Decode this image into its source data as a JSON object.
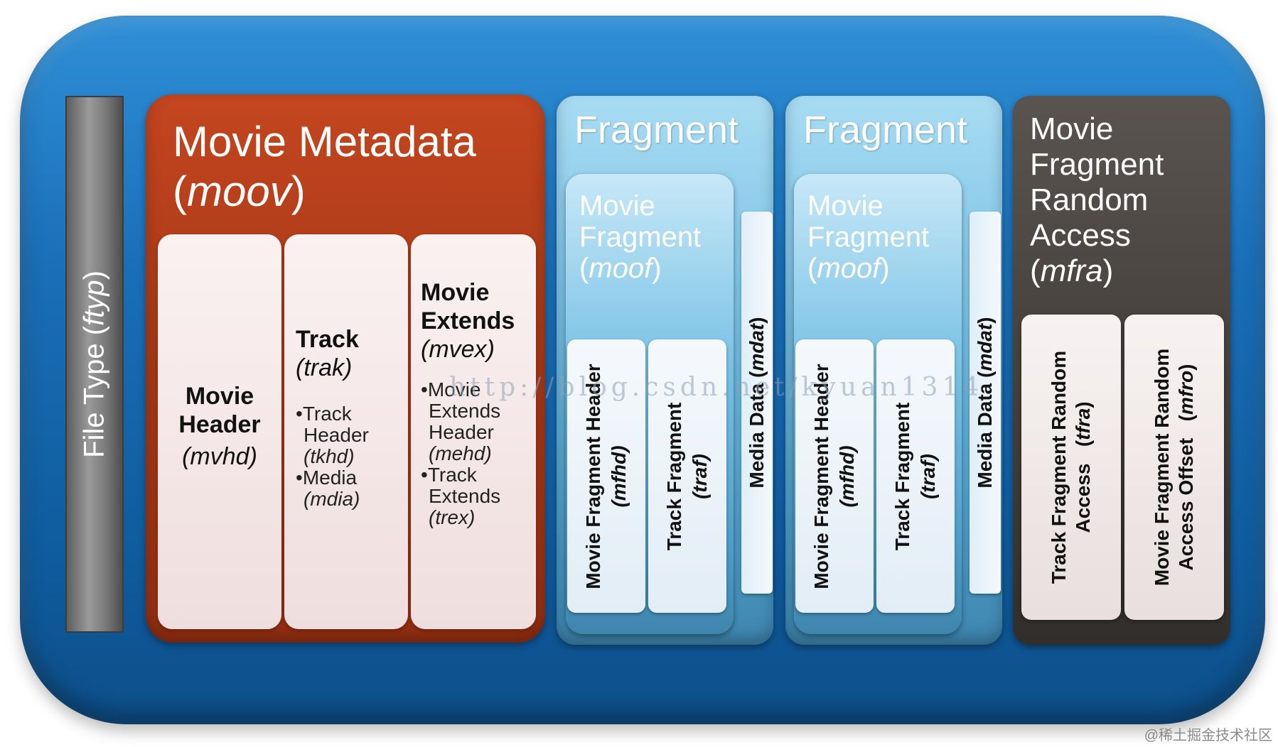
{
  "ftyp": {
    "label": "File Type",
    "code": "ftyp"
  },
  "moov": {
    "title_line1": "Movie Metadata",
    "title_code": "moov",
    "mvhd": {
      "line1": "Movie",
      "line2": "Header",
      "code": "mvhd"
    },
    "trak": {
      "title": "Track",
      "code": "trak",
      "bullets": [
        {
          "lines": [
            "Track",
            "Header"
          ],
          "code": "tkhd"
        },
        {
          "lines": [
            "Media"
          ],
          "code": "mdia"
        }
      ]
    },
    "mvex": {
      "line1": "Movie",
      "line2": "Extends",
      "code": "mvex",
      "bullets": [
        {
          "lines": [
            "Movie",
            "Extends",
            "Header"
          ],
          "code": "mehd"
        },
        {
          "lines": [
            "Track",
            "Extends"
          ],
          "code": "trex"
        }
      ]
    }
  },
  "fragments": [
    {
      "title": "Fragment",
      "moof": {
        "line1": "Movie",
        "line2": "Fragment",
        "code": "moof"
      },
      "mfhd": {
        "label": "Movie Fragment Header",
        "code": "mfhd"
      },
      "traf": {
        "label": "Track Fragment",
        "code": "traf"
      },
      "mdat": {
        "label": "Media Data",
        "code": "mdat"
      }
    },
    {
      "title": "Fragment",
      "moof": {
        "line1": "Movie",
        "line2": "Fragment",
        "code": "moof"
      },
      "mfhd": {
        "label": "Movie Fragment Header",
        "code": "mfhd"
      },
      "traf": {
        "label": "Track Fragment",
        "code": "traf"
      },
      "mdat": {
        "label": "Media Data",
        "code": "mdat"
      }
    }
  ],
  "mfra": {
    "lines": [
      "Movie",
      "Fragment",
      "Random",
      "Access"
    ],
    "code": "mfra",
    "tfra": {
      "line1": "Track Fragment Random",
      "line2": "Access",
      "code": "tfra"
    },
    "mfro": {
      "line1": "Movie Fragment Random",
      "line2": "Access Offset",
      "code": "mfro"
    }
  },
  "watermark": "http://blog.csdn.net/kyuan1314",
  "credit": "@稀土掘金技术社区",
  "colors": {
    "outer": "#1a6fb8",
    "moov": "#ac3a18",
    "fragment": "#7cc3e6",
    "mfra": "#45403c",
    "ftyp": "#7a7a7a"
  }
}
